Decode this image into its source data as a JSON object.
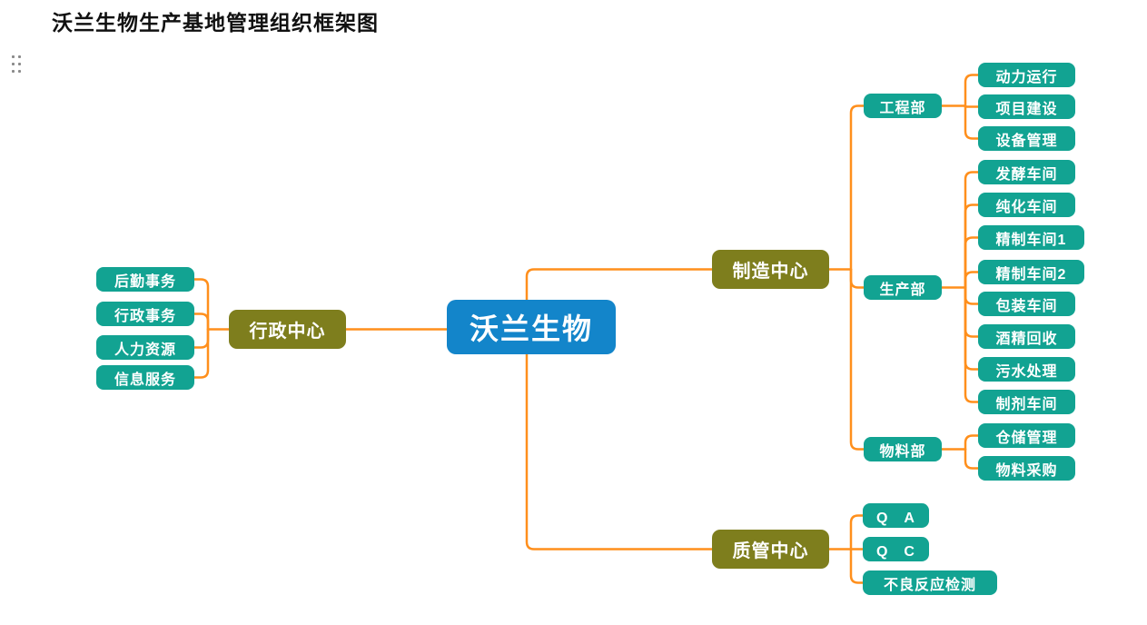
{
  "page": {
    "title": "沃兰生物生产基地管理组织框架图"
  },
  "colors": {
    "root_blue": "#1385CA",
    "center_olive": "#7E7E1D",
    "leaf_teal": "#12A392",
    "connector_orange": "#FF8F1C",
    "title_text": "#111111",
    "drag_handle_gray": "#8a8a8a"
  },
  "tree": {
    "root": {
      "label": "沃兰生物"
    },
    "branches": [
      {
        "label": "行政中心",
        "children": [
          {
            "label": "后勤事务"
          },
          {
            "label": "行政事务"
          },
          {
            "label": "人力资源"
          },
          {
            "label": "信息服务"
          }
        ]
      },
      {
        "label": "制造中心",
        "children": [
          {
            "label": "工程部",
            "children": [
              {
                "label": "动力运行"
              },
              {
                "label": "项目建设"
              },
              {
                "label": "设备管理"
              }
            ]
          },
          {
            "label": "生产部",
            "children": [
              {
                "label": "发酵车间"
              },
              {
                "label": "纯化车间"
              },
              {
                "label": "精制车间1"
              },
              {
                "label": "精制车间2"
              },
              {
                "label": "包装车间"
              },
              {
                "label": "酒精回收"
              },
              {
                "label": "污水处理"
              },
              {
                "label": "制剂车间"
              }
            ]
          },
          {
            "label": "物料部",
            "children": [
              {
                "label": "仓储管理"
              },
              {
                "label": "物料采购"
              }
            ]
          }
        ]
      },
      {
        "label": "质管中心",
        "children": [
          {
            "label": "Q　A"
          },
          {
            "label": "Q　C"
          },
          {
            "label": "不良反应检测"
          }
        ]
      }
    ]
  }
}
